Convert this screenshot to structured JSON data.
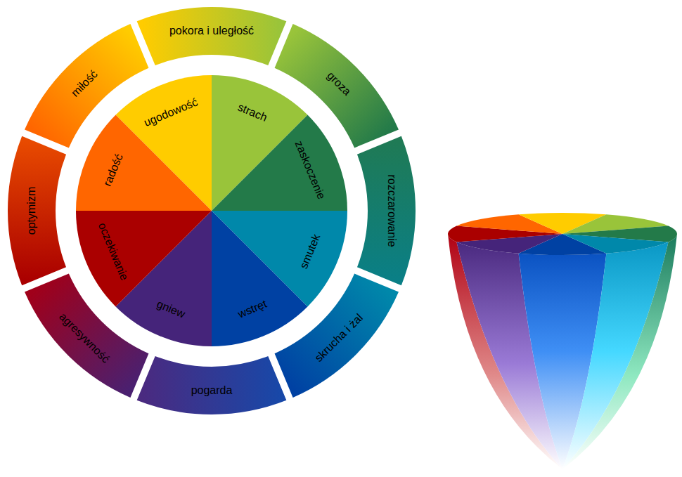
{
  "diagram": {
    "nodes": [
      {
        "text": [
          "pokora i uległość"
        ]
      },
      {
        "text": [
          "groza"
        ]
      },
      {
        "text": [
          "rozczarowanie"
        ]
      },
      {
        "text": [
          "skrucha i żal"
        ]
      },
      {
        "text": [
          "pogarda"
        ]
      },
      {
        "text": [
          "agresywność"
        ]
      },
      {
        "text": [
          "optymizm"
        ]
      },
      {
        "text": [
          "miłość"
        ]
      },
      {
        "text": [
          "ugodowość"
        ]
      },
      {
        "text": [
          "strach"
        ]
      },
      {
        "text": [
          "zaskoczenie"
        ]
      },
      {
        "text": [
          "smutek"
        ]
      },
      {
        "text": [
          "wstręt"
        ]
      },
      {
        "text": [
          "gniew"
        ]
      },
      {
        "text": [
          "oczekiwanie"
        ]
      },
      {
        "text": [
          "radość"
        ]
      }
    ]
  }
}
